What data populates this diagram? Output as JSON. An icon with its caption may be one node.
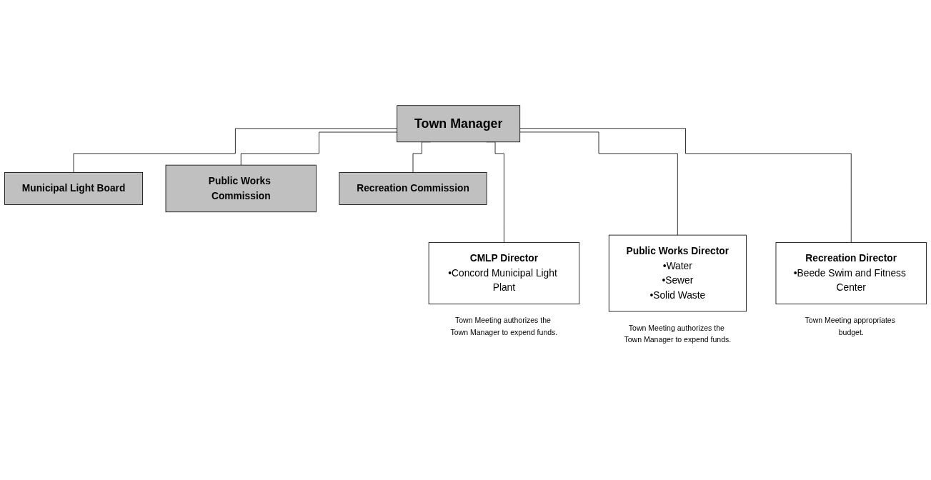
{
  "diagram": {
    "nodes": [
      {
        "text": [
          "Town Manager"
        ]
      },
      {
        "text": [
          "Municipal Light Board"
        ]
      },
      {
        "text": [
          "Public Works Commission"
        ]
      },
      {
        "text": [
          "Recreation Commission"
        ]
      },
      {
        "text": [
          "CMLP Director",
          "•Concord Municipal Light Plant"
        ],
        "beside": [
          "Town Meeting authorizes the Town Manager to expend funds."
        ]
      },
      {
        "text": [
          "Public Works Director",
          "•Water",
          "•Sewer",
          "•Solid Waste"
        ],
        "beside": [
          "Town Meeting authorizes the Town Manager to expend funds."
        ]
      },
      {
        "text": [
          "Recreation Director",
          "•Beede Swim and Fitness Center"
        ],
        "beside": [
          "Town Meeting appropriates budget."
        ]
      }
    ],
    "edges": [
      {
        "from": 0,
        "to": 1,
        "arrow": "none"
      },
      {
        "from": 0,
        "to": 2,
        "arrow": "none"
      },
      {
        "from": 0,
        "to": 3,
        "arrow": "none"
      },
      {
        "from": 0,
        "to": 4,
        "arrow": "none"
      },
      {
        "from": 0,
        "to": 5,
        "arrow": "none"
      },
      {
        "from": 0,
        "to": 6,
        "arrow": "none"
      }
    ]
  }
}
